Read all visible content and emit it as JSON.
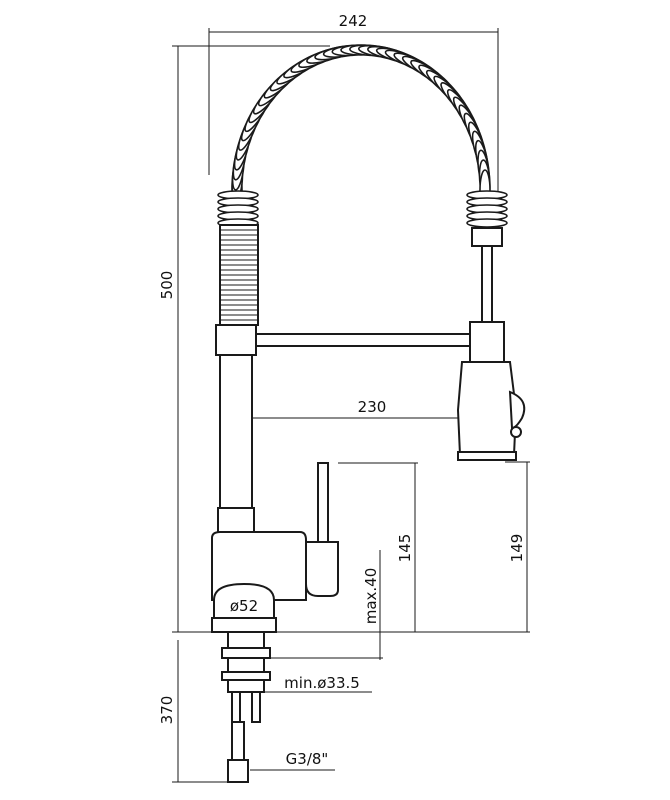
{
  "dimensions": {
    "overall_width": "242",
    "overall_height": "500",
    "spout_reach": "230",
    "spout_height": "145",
    "spray_height": "149",
    "max_deck": "max.40",
    "base_diameter": "ø52",
    "hole_diameter": "min.ø33.5",
    "hose_length": "370",
    "connection": "G3/8\""
  }
}
